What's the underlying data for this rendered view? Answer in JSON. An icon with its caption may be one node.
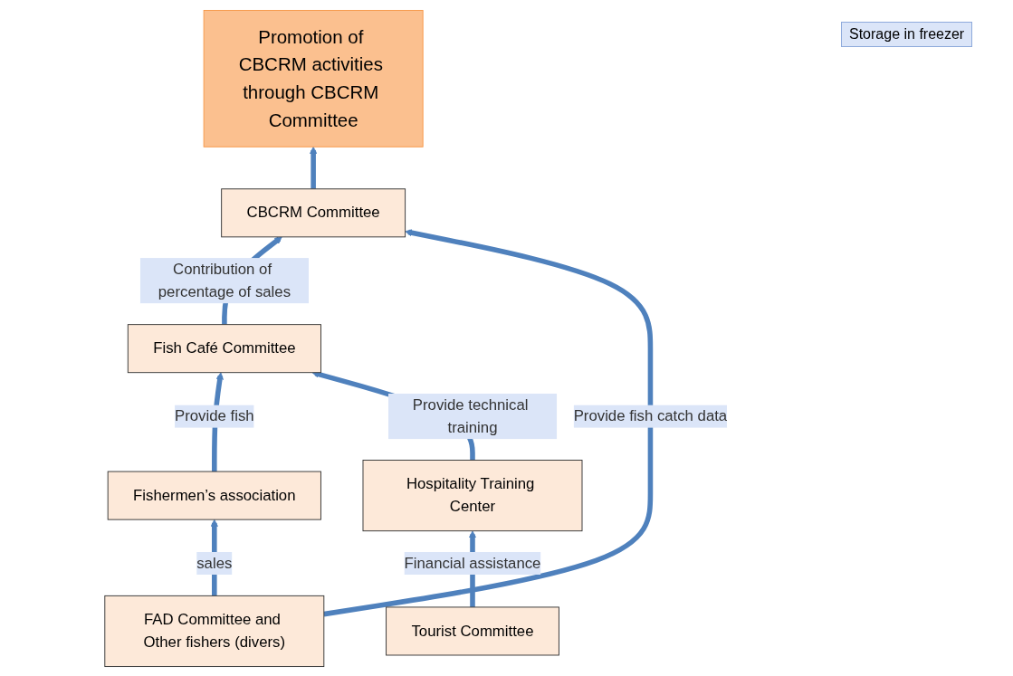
{
  "diagram": {
    "nodes": [
      {
        "text": [
          "Promotion of CBCRM activities through CBCRM Committee"
        ]
      },
      {
        "text": [
          "CBCRM Committee"
        ]
      },
      {
        "text": [
          "Fish Café Committee"
        ]
      },
      {
        "text": [
          "Fishermen’s association"
        ]
      },
      {
        "text": [
          "FAD Committee and Other fishers (divers)"
        ]
      },
      {
        "text": [
          "Hospitality Training Center"
        ]
      },
      {
        "text": [
          "Tourist Committee"
        ]
      }
    ],
    "edges": [
      {
        "from": 1,
        "to": 0,
        "arrow": "to"
      },
      {
        "from": 2,
        "to": 1,
        "arrow": "to",
        "label": "Contribution of percentage of sales"
      },
      {
        "from": 3,
        "to": 2,
        "arrow": "to",
        "label": "Provide fish"
      },
      {
        "from": 4,
        "to": 3,
        "arrow": "to",
        "label": "sales"
      },
      {
        "from": 5,
        "to": 2,
        "arrow": "to",
        "label": "Provide technical training"
      },
      {
        "from": 4,
        "to": 1,
        "arrow": "to",
        "label": "Provide fish catch data"
      },
      {
        "from": 6,
        "to": 5,
        "arrow": "to",
        "label": "Financial assistance"
      }
    ],
    "labels": [
      "Storage in freezer"
    ]
  }
}
